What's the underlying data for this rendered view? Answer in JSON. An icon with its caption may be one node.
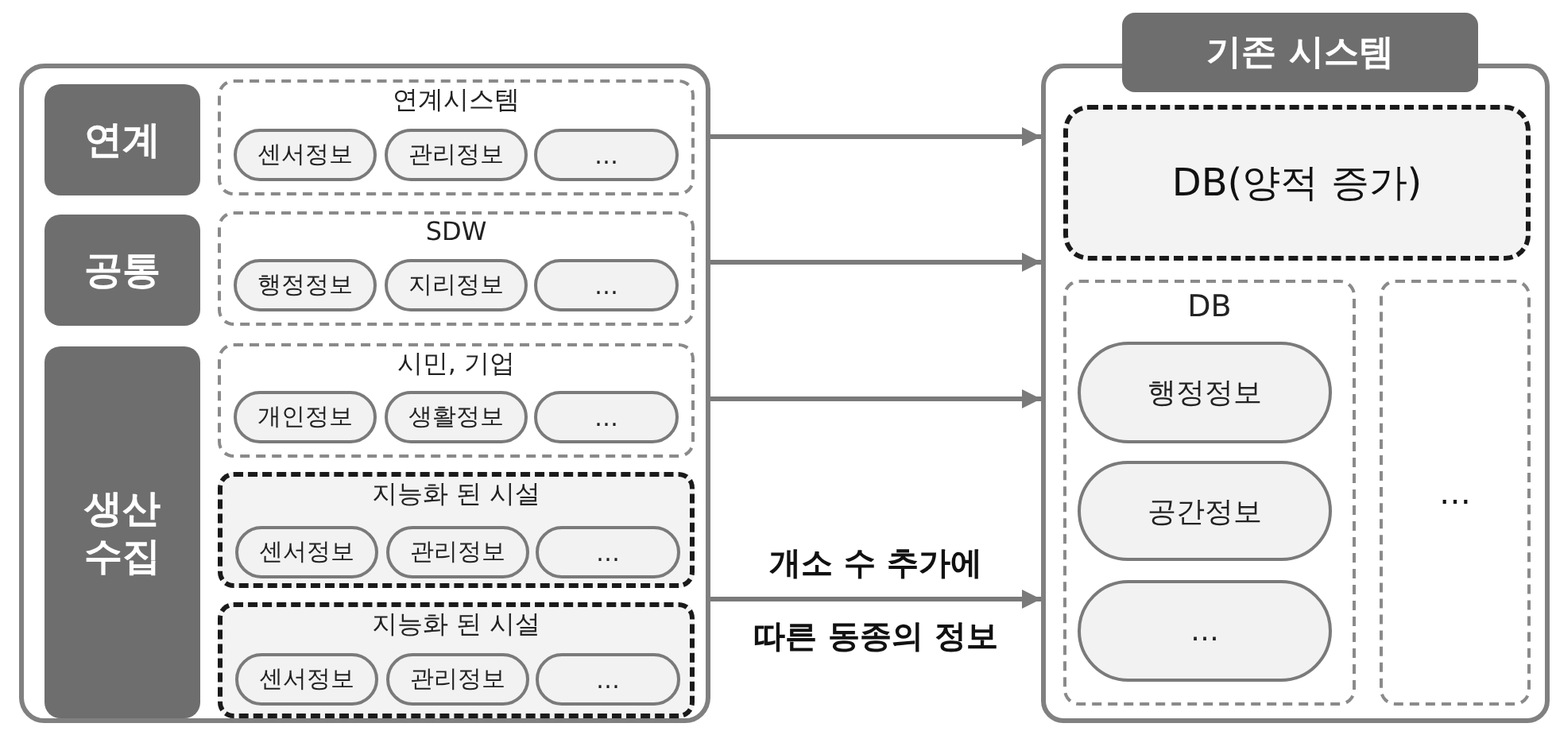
{
  "diagram": {
    "nodes": [
      {
        "text": [],
        "shape": "box"
      },
      {
        "text": [
          "연계"
        ],
        "in": 0
      },
      {
        "text": [
          "연계시스템"
        ],
        "in": 0
      },
      {
        "text": [
          "센서정보"
        ],
        "in": 2
      },
      {
        "text": [
          "관리정보"
        ],
        "in": 2
      },
      {
        "text": [
          "…"
        ],
        "in": 2
      },
      {
        "text": [
          "공통"
        ],
        "in": 0
      },
      {
        "text": [
          "SDW"
        ],
        "in": 0
      },
      {
        "text": [
          "행정정보"
        ],
        "in": 7
      },
      {
        "text": [
          "지리정보"
        ],
        "in": 7
      },
      {
        "text": [
          "…"
        ],
        "in": 7
      },
      {
        "text": [
          "생산 수집"
        ],
        "in": 0
      },
      {
        "text": [
          "시민, 기업"
        ],
        "in": 0
      },
      {
        "text": [
          "개인정보"
        ],
        "in": 12
      },
      {
        "text": [
          "생활정보"
        ],
        "in": 12
      },
      {
        "text": [
          "…"
        ],
        "in": 12
      },
      {
        "text": [
          "지능화 된 시설"
        ],
        "in": 0
      },
      {
        "text": [
          "센서정보"
        ],
        "in": 16
      },
      {
        "text": [
          "관리정보"
        ],
        "in": 16
      },
      {
        "text": [
          "…"
        ],
        "in": 16
      },
      {
        "text": [
          "지능화 된 시설"
        ],
        "in": 0
      },
      {
        "text": [
          "센서정보"
        ],
        "in": 20
      },
      {
        "text": [
          "관리정보"
        ],
        "in": 20
      },
      {
        "text": [
          "…"
        ],
        "in": 20
      },
      {
        "text": [
          "기존 시스템"
        ]
      },
      {
        "text": [
          "DB(양적 증가)"
        ],
        "in": 24
      },
      {
        "text": [
          "DB"
        ],
        "in": 24
      },
      {
        "text": [
          "행정정보"
        ],
        "in": 26
      },
      {
        "text": [
          "공간정보"
        ],
        "in": 26
      },
      {
        "text": [
          "…"
        ],
        "in": 26
      },
      {
        "text": [
          "…"
        ],
        "in": 24
      }
    ],
    "edges": [
      {
        "from": 0,
        "to": 24,
        "arrow": "to"
      },
      {
        "from": 0,
        "to": 24,
        "arrow": "to"
      },
      {
        "from": 0,
        "to": 24,
        "arrow": "to"
      },
      {
        "from": 0,
        "to": 24,
        "arrow": "to",
        "label": "개소 수 추가에 따른 동종의 정보"
      }
    ]
  }
}
